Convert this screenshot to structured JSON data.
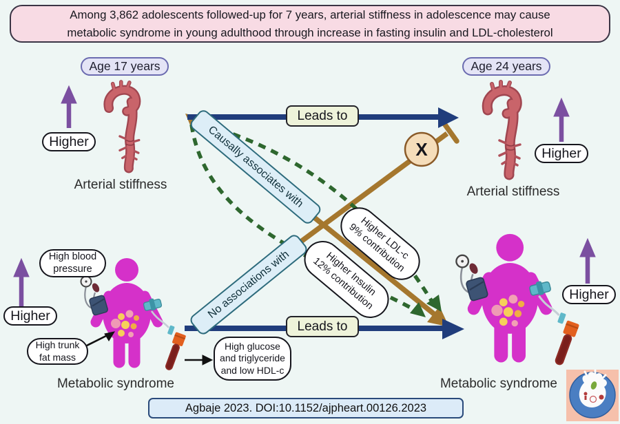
{
  "banner": {
    "line1": "Among 3,862 adolescents followed-up for 7 years, arterial stiffness in adolescence may cause",
    "line2": "metabolic syndrome in young adulthood through increase in fasting insulin and LDL-cholesterol"
  },
  "labels": {
    "age_left": "Age 17 years",
    "age_right": "Age 24 years",
    "higher": "Higher",
    "arterial_stiffness": "Arterial stiffness",
    "metabolic_syndrome": "Metabolic syndrome",
    "leads_to": "Leads to",
    "causal": "Causally associates with",
    "no_assoc": "No associations with",
    "x_mark": "X"
  },
  "mediators": {
    "ldl": {
      "line1": "Higher LDL-c",
      "line2": "9% contribution"
    },
    "insulin": {
      "line1": "Higher Insulin",
      "line2": "12% contribution"
    }
  },
  "callouts": {
    "hbp": {
      "line1": "High blood",
      "line2": "pressure"
    },
    "trunk": {
      "line1": "High trunk",
      "line2": "fat mass"
    },
    "glucose": {
      "line1": "High glucose",
      "line2": "and triglyceride",
      "line3": "and low HDL-c"
    }
  },
  "footer": {
    "doi": "Agbaje 2023. DOI:10.1152/ajpheart.00126.2023"
  },
  "colors": {
    "background": "#eef6f4",
    "banner_bg": "#f8dbe4",
    "arrow_blue": "#203d7c",
    "arrow_brown": "#a5772e",
    "dashed_green": "#2e672e",
    "arrow_purple": "#7b4fa0",
    "figure_magenta": "#d531c9",
    "aorta_red": "#c9646a",
    "ribbon_bg": "#ddeef7",
    "leads_bg": "#eef3da",
    "age_pill_bg": "#e4e4f6",
    "x_circle_bg": "#f5ddba",
    "doi_bg": "#dcebf8"
  }
}
